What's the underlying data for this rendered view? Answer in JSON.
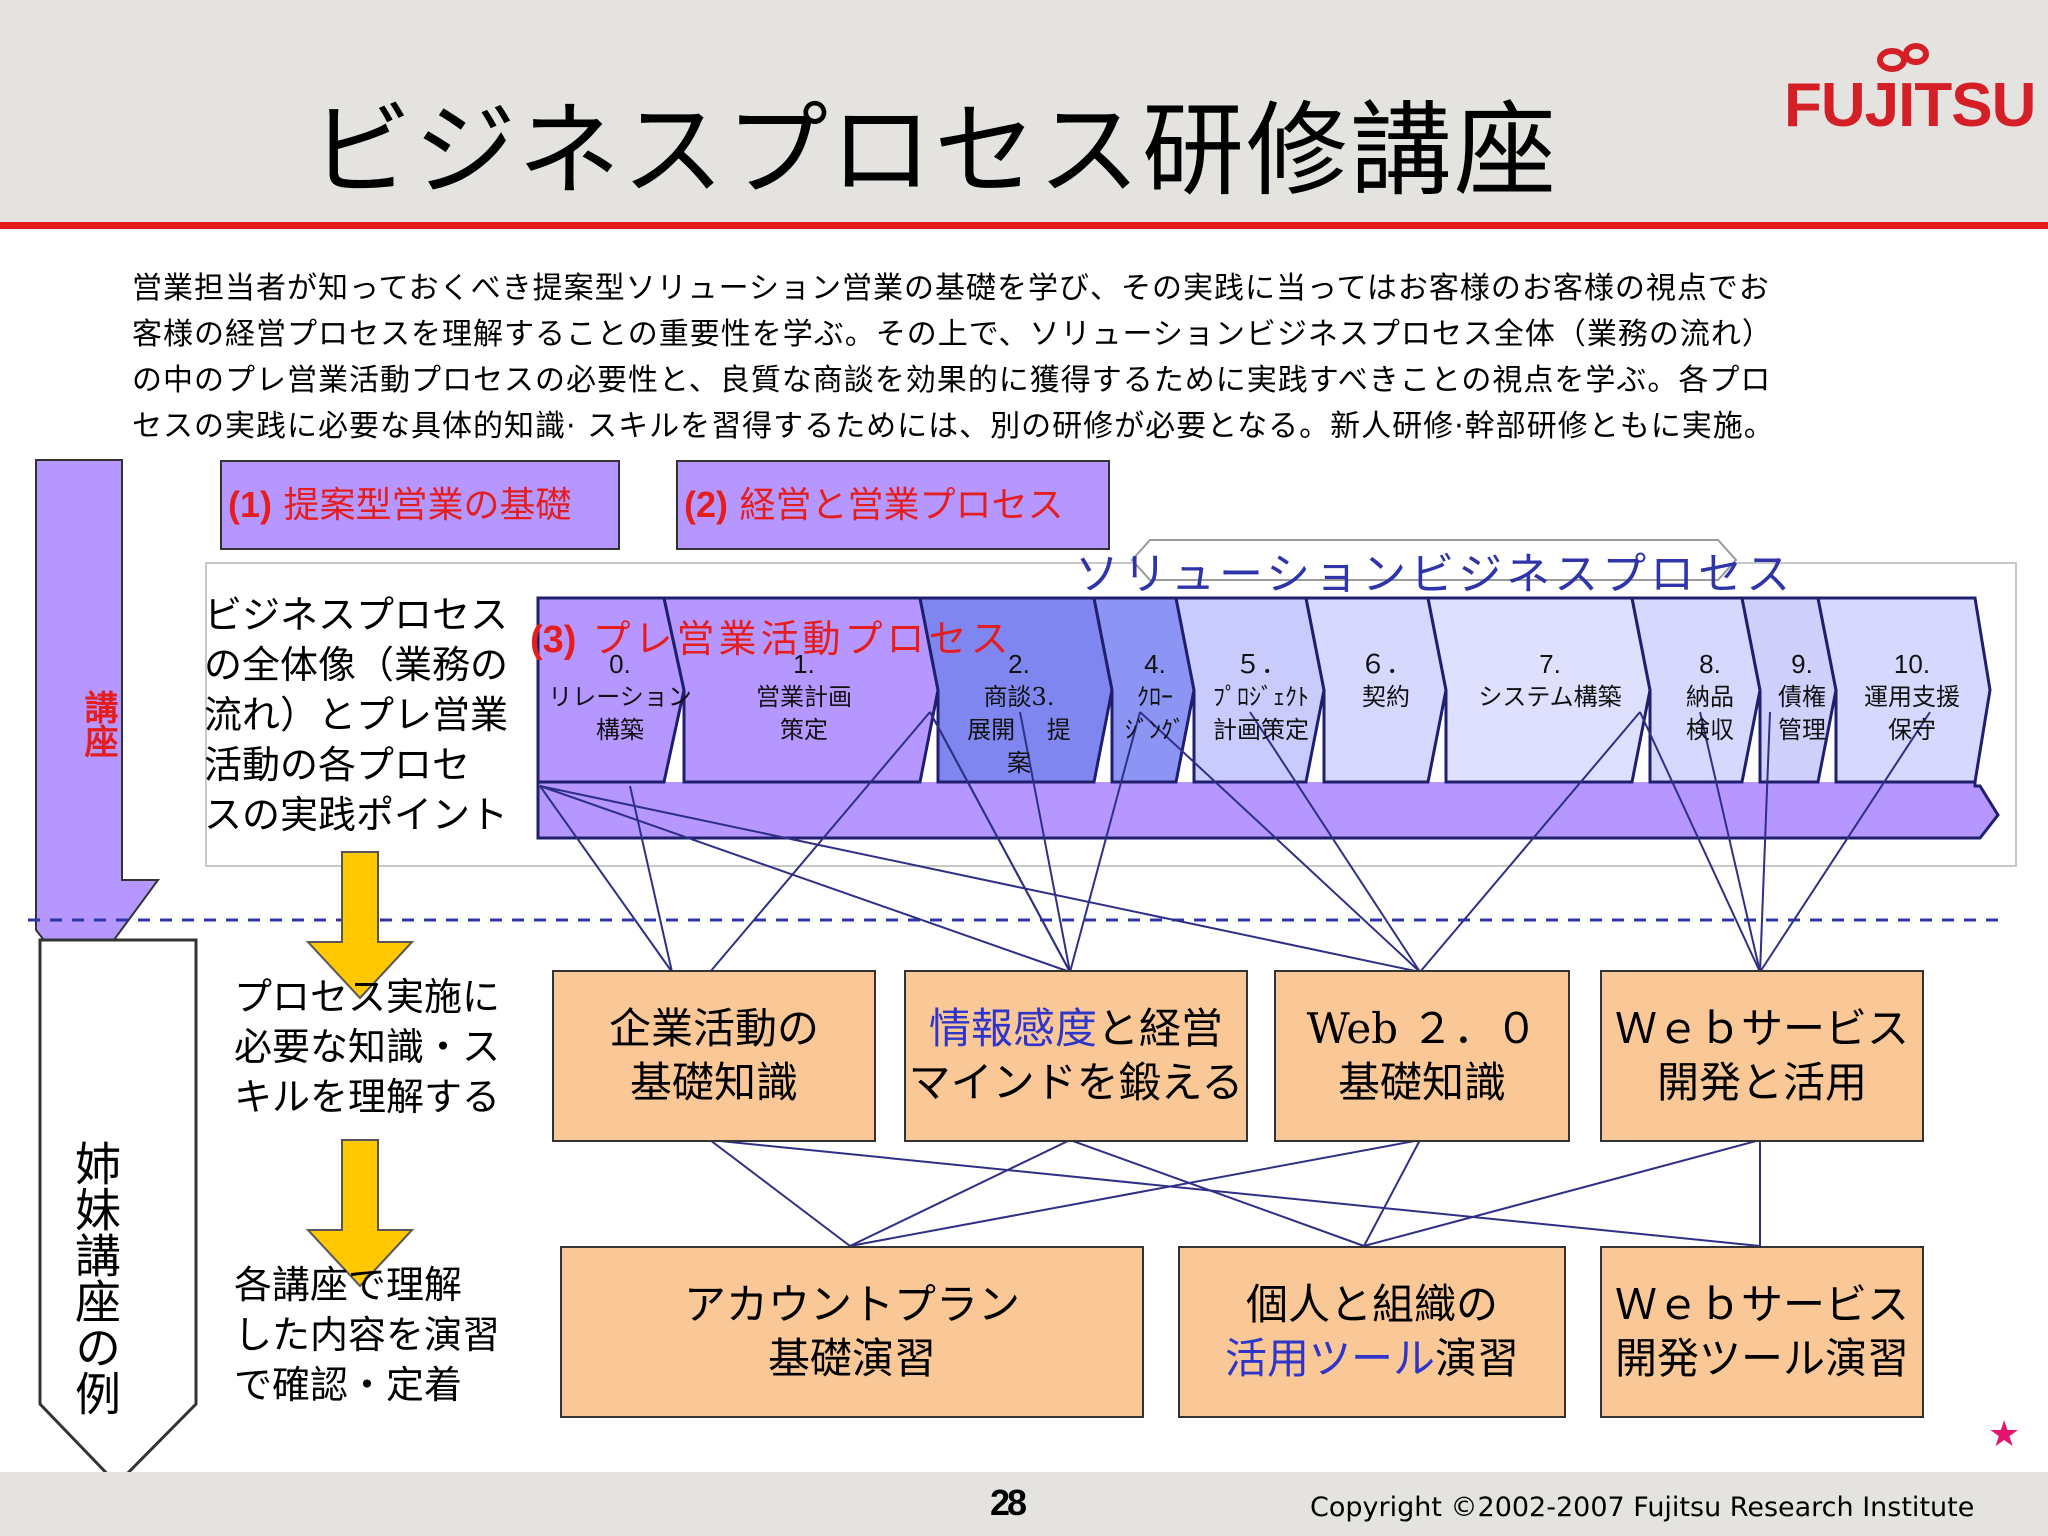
{
  "header": {
    "title": "ビジネスプロセス研修講座",
    "logo_text": "FUJITSU"
  },
  "intro": {
    "lines": [
      "営業担当者が知っておくべき提案型ソリューション営業の基礎を学び、その実践に当ってはお客様のお客様の視点でお",
      "客様の経営プロセスを理解することの重要性を学ぶ。その上で、ソリューションビジネスプロセス全体（業務の流れ）",
      "の中のプレ営業活動プロセスの必要性と、良質な商談を効果的に獲得するために実践すべきことの視点を学ぶ。各プロ",
      "セスの実践に必要な具体的知識· スキルを習得するためには、別の研修が必要となる。新人研修·幹部研修ともに実施。"
    ]
  },
  "left_arrows": {
    "top_label": "講座",
    "bottom_label": "姉妹講座の例"
  },
  "courses": {
    "c1_num": "(1)",
    "c1_label": "提案型営業の基礎",
    "c2_num": "(2)",
    "c2_label": "経営と営業プロセス",
    "c3_num": "(3)",
    "c3_label": "プレ営業活動プロセス"
  },
  "process": {
    "title": "ソリューションビジネスプロセス",
    "overview_lines": [
      "ビジネスプロセス",
      "の全体像（業務の",
      "流れ）とプレ営業",
      "活動の各プロセ",
      "スの実践ポイント"
    ],
    "steps": [
      {
        "num": "0.",
        "l1": "リレーション",
        "l2": "構築",
        "l3": ""
      },
      {
        "num": "1.",
        "l1": "営業計画",
        "l2": "策定",
        "l3": ""
      },
      {
        "num": "2.",
        "l1": "商談3.",
        "l2": "展開　 提",
        "l3": "案"
      },
      {
        "num": "4.",
        "l1": "ｸﾛｰ",
        "l2": "ｼﾞﾝｸﾞ",
        "l3": ""
      },
      {
        "num": "５．",
        "l1": "ﾌﾟﾛｼﾞｪｸﾄ",
        "l2": "計画策定",
        "l3": ""
      },
      {
        "num": "６．",
        "l1": "契約",
        "l2": "",
        "l3": ""
      },
      {
        "num": "7.",
        "l1": "システム構築",
        "l2": "",
        "l3": ""
      },
      {
        "num": "8.",
        "l1": "納品",
        "l2": "検収",
        "l3": ""
      },
      {
        "num": "9.",
        "l1": "債権",
        "l2": "管理",
        "l3": ""
      },
      {
        "num": "10.",
        "l1": "運用支援",
        "l2": "保守",
        "l3": ""
      }
    ]
  },
  "notes": {
    "understand": [
      "プロセス実施に",
      "必要な知識・ス",
      "キルを理解する"
    ],
    "practice": [
      "各講座で理解",
      "した内容を演習",
      "で確認・定着"
    ]
  },
  "knowledge_courses": {
    "k1": {
      "l1": "企業活動の",
      "l2": "基礎知識"
    },
    "k2": {
      "l1_blue": "情報感度",
      "l1_rest": "と経営",
      "l2": "マインドを鍛える"
    },
    "k3": {
      "l1": "Web ２．０",
      "l2": "基礎知識"
    },
    "k4": {
      "l1": "Ｗｅｂサービス",
      "l2": "開発と活用"
    }
  },
  "exercise_courses": {
    "e1": {
      "l1": "アカウントプラン",
      "l2": "基礎演習"
    },
    "e2": {
      "l1": "個人と組織の",
      "l2_blue": "活用ツール",
      "l2_rest": "演習"
    },
    "e3": {
      "l1": "Ｗｅｂサービス",
      "l2": "開発ツール演習"
    }
  },
  "footer": {
    "page": "28",
    "copyright": "Copyright ©2002-2007 Fujitsu Research Institute",
    "star": "★"
  },
  "colors": {
    "accent_red": "#e41e1e",
    "purple": "#b697ff",
    "orange_box": "#fac896",
    "connector": "#2f2f86"
  }
}
